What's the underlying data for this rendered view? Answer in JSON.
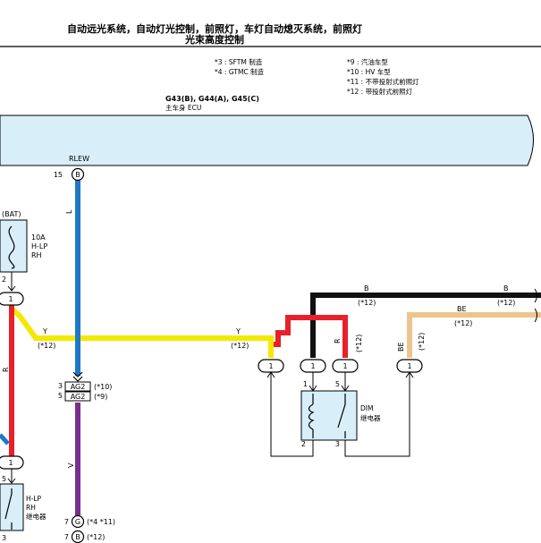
{
  "header": {
    "title_line1": "自动远光系统，自动灯光控制，前照灯，车灯自动熄灭系统，前照灯",
    "title_line2": "光束高度控制"
  },
  "legend": {
    "left": [
      "*3 : SFTM 制造",
      "*4 : GTMC 制造"
    ],
    "right": [
      "*9 : 汽油车型",
      "*10 : HV 车型",
      "*11 : 不带投射式前照灯",
      "*12 : 带投射式前照灯"
    ]
  },
  "ecu": {
    "connectors": "G43(B), G44(A), G45(C)",
    "name": "主车身 ECU"
  },
  "terminals": {
    "rlew_label": "RLEW",
    "rlew_pin": "15",
    "rlew_letter": "B"
  },
  "fuse": {
    "supply": "(BAT)",
    "rating": "10A",
    "name_line1": "H-LP",
    "name_line2": "RH",
    "pin": "2"
  },
  "wires": {
    "blue": "L",
    "left_red": "R",
    "yellow_left": "Y",
    "yellow_left_note": "(*12)",
    "yellow_right": "Y",
    "yellow_right_note": "(*12)",
    "black_left": "B",
    "black_left_note": "(*12)",
    "black_right": "B",
    "black_right_note": "(*12)",
    "be_top": "BE",
    "be_top_note": "(*12)",
    "relay_red": "R",
    "relay_red_note": "(*12)",
    "be_vertical": "BE",
    "be_vertical_note": "(*12)",
    "purple": "V"
  },
  "ag2": {
    "row1_pin": "3",
    "row1_name": "AG2",
    "row1_note": "(*10)",
    "row2_pin": "5",
    "row2_name": "AG2",
    "row2_note": "(*9)"
  },
  "bottom_connectors": {
    "g_pin": "7",
    "g_letter": "G",
    "g_note": "(*4 *11)",
    "b_pin": "7",
    "b_letter": "B",
    "b_note": "(*12)"
  },
  "splices": {
    "left_top": "1",
    "left_mid": "1",
    "c1": "1",
    "c2": "1",
    "c3": "1",
    "c4": "1"
  },
  "dim_relay": {
    "name_line1": "DIM",
    "name_line2": "继电器",
    "pin_top_left": "1",
    "pin_top_right": "5",
    "pin_bottom_left": "2",
    "pin_bottom_right": "3"
  },
  "hlp_relay": {
    "name_line1": "H-LP",
    "name_line2": "RH",
    "name_line3": "继电器",
    "pin_top": "5",
    "pin_bottom": "3"
  },
  "colors": {
    "blue": "#1f77c8",
    "red": "#e8202a",
    "yellow": "#f5e800",
    "black": "#111111",
    "beige": "#ecc58e",
    "purple": "#7b2d8e",
    "ecu_fill": "#d8eef8"
  }
}
